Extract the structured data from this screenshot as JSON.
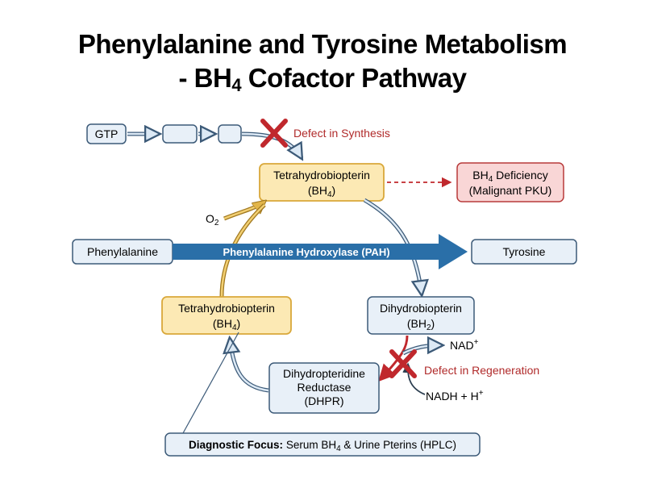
{
  "title_line1": "Phenylalanine and Tyrosine Metabolism",
  "title_line2_pre": "- BH",
  "title_line2_sub": "4",
  "title_line2_post": " Cofactor Pathway",
  "gtp": "GTP",
  "defect_synthesis": "Defect in Synthesis",
  "bh4_top_line1": "Tetrahydrobiopterin",
  "bh4_top_line2_pre": "(BH",
  "bh4_top_line2_sub": "4",
  "bh4_top_line2_post": ")",
  "deficiency_line1_pre": "BH",
  "deficiency_line1_sub": "4",
  "deficiency_line1_post": " Deficiency",
  "deficiency_line2": "(Malignant PKU)",
  "o2_pre": "O",
  "o2_sub": "2",
  "phenylalanine": "Phenylalanine",
  "pah": "Phenylalanine Hydroxylase (PAH)",
  "tyrosine": "Tyrosine",
  "bh4_left_line1": "Tetrahydrobiopterin",
  "bh4_left_line2_pre": "(BH",
  "bh4_left_line2_sub": "4",
  "bh4_left_line2_post": ")",
  "bh2_line1": "Dihydrobiopterin",
  "bh2_line2_pre": "(BH",
  "bh2_line2_sub": "2",
  "bh2_line2_post": ")",
  "nad_pre": "NAD",
  "nad_sup": "+",
  "defect_regeneration": "Defect in Regeneration",
  "nadh_pre": "NADH + H",
  "nadh_sup": "+",
  "dhpr_line1": "Dihydropteridine",
  "dhpr_line2": "Reductase",
  "dhpr_line3": "(DHPR)",
  "focus_label": "Diagnostic Focus:",
  "focus_text_pre": " Serum BH",
  "focus_text_sub": "4",
  "focus_text_post": " & Urine Pterins (HPLC)",
  "colors": {
    "blue_arrow": "#2a6fa8",
    "box_blue_fill": "#e8f0f8",
    "box_yellow_fill": "#fce9b4",
    "box_red_fill": "#f9d6d6",
    "defect_red": "#c0282d"
  },
  "icons": [
    "defect-x-icon-synthesis",
    "defect-x-icon-regeneration"
  ]
}
